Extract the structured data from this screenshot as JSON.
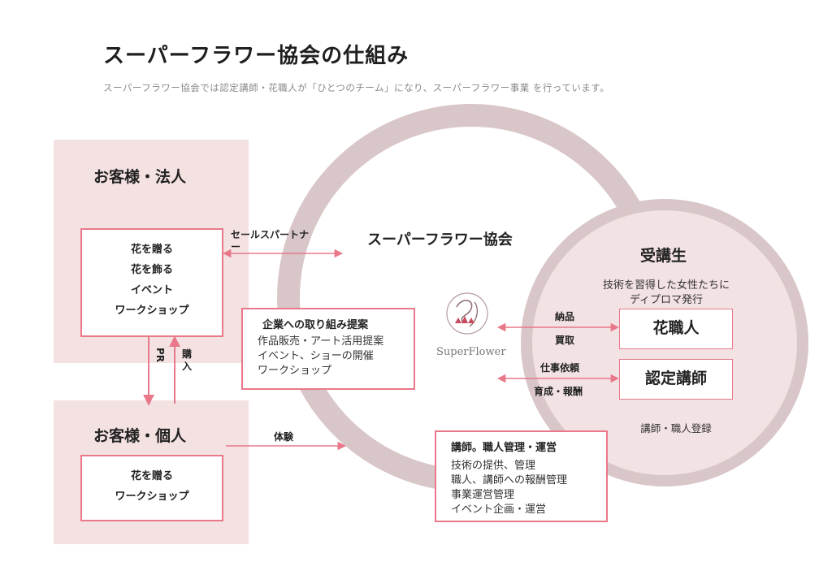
{
  "header": {
    "title": "スーパーフラワー協会の仕組み",
    "subtitle": "スーパーフラワー協会では認定講師・花職人が「ひとつのチーム」になり、スーパーフラワー事業 を行っています。"
  },
  "corporate": {
    "title": "お客様・法人",
    "items": [
      "花を贈る",
      "花を飾る",
      "イベント",
      "ワークショップ"
    ]
  },
  "individual": {
    "title": "お客様・個人",
    "items": [
      "花を贈る",
      "ワークショップ"
    ]
  },
  "flows": {
    "pr": "PR",
    "purchase": "購入",
    "sales_partner": "セールスパートナー",
    "experience": "体験",
    "delivery": "納品",
    "buyback": "買取",
    "job_request": "仕事依頼",
    "training_reward": "育成・報酬"
  },
  "association": {
    "title": "スーパーフラワー協会",
    "logo_text": "SuperFlower"
  },
  "proposal_box": {
    "title": "企業への取り組み提案",
    "items": [
      "作品販売・アート活用提案",
      "イベント、ショーの開催",
      "ワークショップ"
    ]
  },
  "management_box": {
    "title": "講師。職人管理・運営",
    "items": [
      "技術の提供、管理",
      "職人、講師への報酬管理",
      "事業運営管理",
      "イベント企画・運営"
    ]
  },
  "students": {
    "title": "受講生",
    "desc": [
      "技術を習得した女性たちに",
      "ディプロマ発行"
    ],
    "flower_artisan": "花職人",
    "certified_instructor": "認定講師",
    "registration": "講師・職人登録"
  },
  "colors": {
    "accent": "#e8788a",
    "panel": "#f4e1e2",
    "ring": "#d9c6c8",
    "student_fill": "#f3e2e3"
  }
}
